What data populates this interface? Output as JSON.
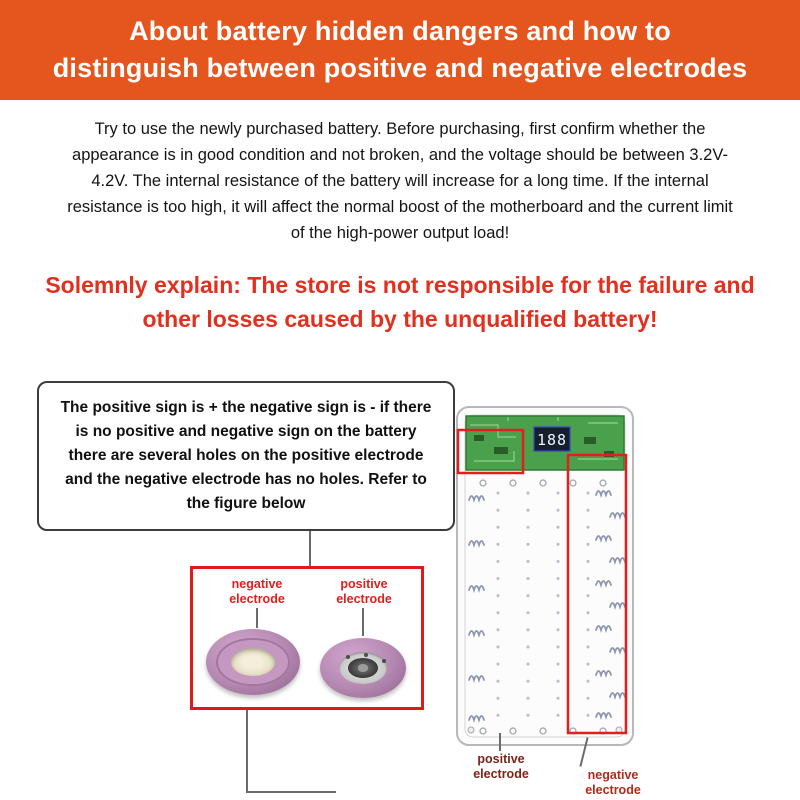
{
  "colors": {
    "header_bg": "#e4561e",
    "warning_red": "#e2301e",
    "figure_border_red": "#de1b1b",
    "figure_label_red": "#e01f1f",
    "bottom_positive_label_color": "#7c2318",
    "bottom_negative_label_color": "#b02a1e",
    "pcb_green": "#4ba04b",
    "battery_pink": "#b487b0"
  },
  "header": {
    "line1": "About battery hidden dangers and how to",
    "line2": "distinguish between positive and negative electrodes"
  },
  "intro": {
    "text": "Try to use the newly purchased battery. Before purchasing, first confirm whether the appearance is in good condition and not broken, and the voltage should be between 3.2V-4.2V. The internal resistance of the battery will increase for a long time. If the internal resistance is too high, it will affect the normal boost of the motherboard and the current limit of the high-power output load!"
  },
  "warning": {
    "text": "Solemnly explain: The store is not responsible for the failure and other losses caused by the unqualified battery!"
  },
  "note_box": {
    "text": "The positive sign is + the negative sign is - if there is no positive and negative sign on the battery there are several holes on the positive electrode and the negative electrode has no holes. Refer to the figure below"
  },
  "figure": {
    "negative_label": "negative electrode",
    "positive_label": "positive electrode"
  },
  "case": {
    "display_value": "188",
    "positive_label": "positive electrode",
    "negative_label": "negative electrode"
  }
}
